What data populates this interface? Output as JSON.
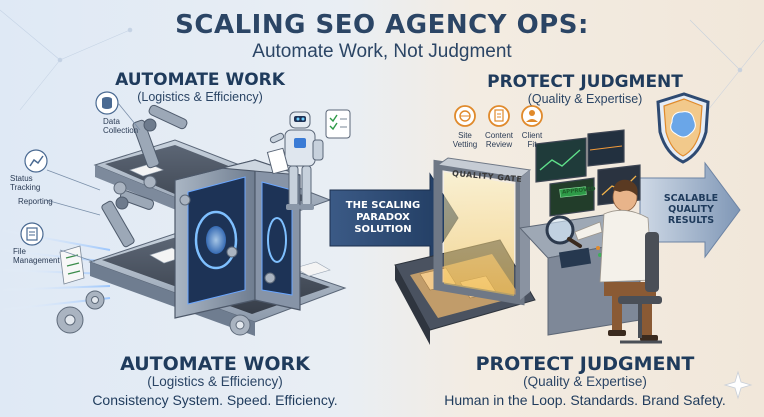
{
  "title": "SCALING SEO AGENCY OPS:",
  "subtitle": "Automate Work, Not Judgment",
  "left": {
    "heading": "AUTOMATE WORK",
    "subheading": "(Logistics & Efficiency)",
    "labels": {
      "data_collection": "Data\nCollection",
      "status_tracking": "Status\nTracking",
      "reporting": "Reporting",
      "file_management": "File\nManagement"
    }
  },
  "right": {
    "heading": "PROTECT JUDGMENT",
    "subheading": "(Quality & Expertise)",
    "labels": {
      "site_vetting": "Site\nVetting",
      "content_review": "Content\nReview",
      "client_fit": "Client\nFit"
    },
    "gate_label": "QUALITY GATE",
    "screen_label": "APPROVED"
  },
  "middle_arrow": "THE SCALING\nPARADOX\nSOLUTION",
  "right_arrow": "SCALABLE\nQUALITY\nRESULTS",
  "bottom": {
    "left_heading": "AUTOMATE WORK",
    "left_sub": "(Logistics & Efficiency)",
    "left_tagline": "Consistency System. Speed. Efficiency.",
    "right_heading": "PROTECT JUDGMENT",
    "right_sub": "(Quality & Expertise)",
    "right_tagline": "Human in the Loop. Standards. Brand Safety."
  },
  "colors": {
    "navy": "#1f3b5c",
    "arrow_blue": "#2e4a72",
    "orange_accent": "#e08a2c",
    "quality_gold": "#f2c14e"
  },
  "icons": [
    "database-icon",
    "chart-icon",
    "document-icon",
    "checklist-icon",
    "gear-icon",
    "robot-icon",
    "shield-brain-icon",
    "magnifier-icon",
    "sparkle-icon"
  ]
}
